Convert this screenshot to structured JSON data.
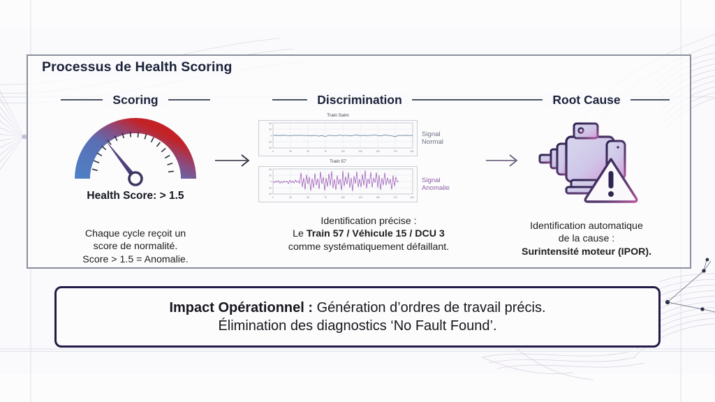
{
  "card": {
    "title": "Processus de Health Scoring"
  },
  "columns": [
    {
      "id": "scoring",
      "header": "Scoring",
      "gauge": {
        "value_label": "Health Score: > 1.5",
        "needle_angle_deg": 52,
        "arc_color_start": "#4f7fc4",
        "arc_color_end": "#c31f22",
        "icon": "gauge-icon"
      },
      "caption_lines": [
        "Chaque cycle reçoit un",
        "score de normalité.",
        "Score > 1.5 = Anomalie."
      ]
    },
    {
      "id": "discrimination",
      "header": "Discrimination",
      "charts": [
        {
          "title": "Train Saim",
          "legend": [
            "Signal",
            "Normal"
          ],
          "legend_color": "#6b7180",
          "line_color": "#5b7f9e"
        },
        {
          "title": "Train 57",
          "legend": [
            "Signal",
            "Anomalie"
          ],
          "legend_color": "#8d5fa6",
          "line_color": "#9b59b6"
        }
      ],
      "caption_lines": [
        {
          "text": "Identification précise :",
          "bold": false
        },
        {
          "text": "Le |Train 57 / Véhicule 15 / DCU 3|",
          "bold": "mixed"
        },
        {
          "text": "comme systématiquement défaillant.",
          "bold": false
        }
      ]
    },
    {
      "id": "root-cause",
      "header": "Root Cause",
      "icon": "motor-warning-icon",
      "caption_lines": [
        {
          "text": "Identification automatique",
          "bold": false
        },
        {
          "text": "de la cause :",
          "bold": false
        },
        {
          "text": "Surintensité moteur (IPOR).",
          "bold": true
        }
      ]
    }
  ],
  "arrows": [
    {
      "id": "arrow-scoring-to-discrimination",
      "color": "#2b2f3c"
    },
    {
      "id": "arrow-discrimination-to-rootcause",
      "color": "#5f4f6e"
    }
  ],
  "impact": {
    "label": "Impact Opérationnel :",
    "line1_rest": " Génération d’ordres de travail précis.",
    "line2": "Élimination des diagnostics ‘No Fault Found’.",
    "border_color": "#241a48"
  },
  "chart_data": [
    {
      "type": "line",
      "title": "Train Saim",
      "xlabel": "",
      "ylabel": "",
      "xlim": [
        0,
        200
      ],
      "ylim": [
        -40,
        40
      ],
      "xticks": [
        0,
        25,
        50,
        75,
        100,
        125,
        150,
        175,
        200
      ],
      "yticks": [
        -40,
        -20,
        0,
        20,
        40
      ],
      "grid": true,
      "legend": "Signal Normal",
      "series": [
        {
          "name": "Signal Normal",
          "color": "#5b7f9e",
          "x": [
            0,
            5,
            10,
            15,
            20,
            25,
            30,
            35,
            40,
            45,
            50,
            55,
            60,
            65,
            70,
            75,
            80,
            85,
            90,
            95,
            100,
            105,
            110,
            115,
            120,
            125,
            130,
            135,
            140,
            145,
            150,
            155,
            160,
            165,
            170,
            175,
            180,
            185,
            190,
            195,
            200
          ],
          "values": [
            0.4,
            0.9,
            -0.6,
            1.1,
            0.2,
            -1.0,
            0.7,
            -0.3,
            1.3,
            -0.8,
            0.5,
            -1.4,
            0.9,
            -2.1,
            0.3,
            -3.2,
            1.0,
            0.1,
            -0.9,
            1.5,
            -0.4,
            0.8,
            -1.2,
            0.6,
            2.0,
            -0.7,
            1.1,
            -0.5,
            0.9,
            1.8,
            0.2,
            -1.0,
            2.2,
            0.4,
            -0.6,
            -3.0,
            0.8,
            -0.2,
            1.0,
            0.5,
            0.3
          ]
        }
      ]
    },
    {
      "type": "line",
      "title": "Train 57",
      "xlabel": "",
      "ylabel": "",
      "xlim": [
        0,
        200
      ],
      "ylim": [
        -40,
        40
      ],
      "xticks": [
        0,
        25,
        50,
        75,
        100,
        125,
        150,
        175,
        200
      ],
      "yticks": [
        -40,
        -20,
        0,
        20,
        40
      ],
      "grid": true,
      "legend": "Signal Anomalie",
      "series": [
        {
          "name": "Signal Anomalie",
          "color": "#9b59b6",
          "x": [
            0,
            2,
            4,
            6,
            8,
            10,
            12,
            14,
            16,
            18,
            20,
            22,
            24,
            26,
            28,
            30,
            32,
            34,
            36,
            38,
            40,
            42,
            44,
            46,
            48,
            50,
            52,
            54,
            56,
            58,
            60,
            62,
            64,
            66,
            68,
            70,
            72,
            74,
            76,
            78,
            80,
            82,
            84,
            86,
            88,
            90,
            92,
            94,
            96,
            98,
            100,
            102,
            104,
            106,
            108,
            110,
            112,
            114,
            116,
            118,
            120,
            122,
            124,
            126,
            128,
            130,
            132,
            134,
            136,
            138,
            140,
            142,
            144,
            146,
            148,
            150,
            152,
            154,
            156,
            158,
            160,
            162,
            164,
            166,
            168,
            170,
            172,
            174,
            176,
            178,
            180,
            182,
            184,
            186,
            188,
            190,
            192,
            194,
            196,
            198,
            200
          ],
          "values": [
            1,
            -4,
            5,
            -3,
            7,
            -6,
            4,
            -5,
            6,
            -2,
            5,
            -7,
            8,
            -4,
            6,
            -5,
            9,
            -3,
            7,
            -6,
            28,
            -18,
            12,
            -26,
            22,
            -9,
            15,
            -30,
            10,
            -20,
            26,
            -12,
            9,
            -24,
            31,
            -8,
            14,
            -29,
            11,
            -17,
            25,
            -13,
            33,
            -21,
            7,
            -27,
            19,
            -10,
            30,
            -16,
            13,
            -32,
            24,
            -6,
            18,
            -23,
            29,
            -11,
            8,
            -28,
            34,
            -15,
            21,
            -9,
            27,
            -20,
            12,
            -31,
            17,
            -7,
            32,
            -25,
            10,
            -18,
            23,
            -13,
            35,
            -22,
            9,
            -29,
            16,
            -8,
            30,
            -19,
            11,
            -26,
            20,
            -12,
            33,
            -24,
            14,
            -10,
            25,
            -17,
            8,
            -28,
            19,
            -6,
            22,
            -15,
            3
          ]
        }
      ]
    }
  ]
}
